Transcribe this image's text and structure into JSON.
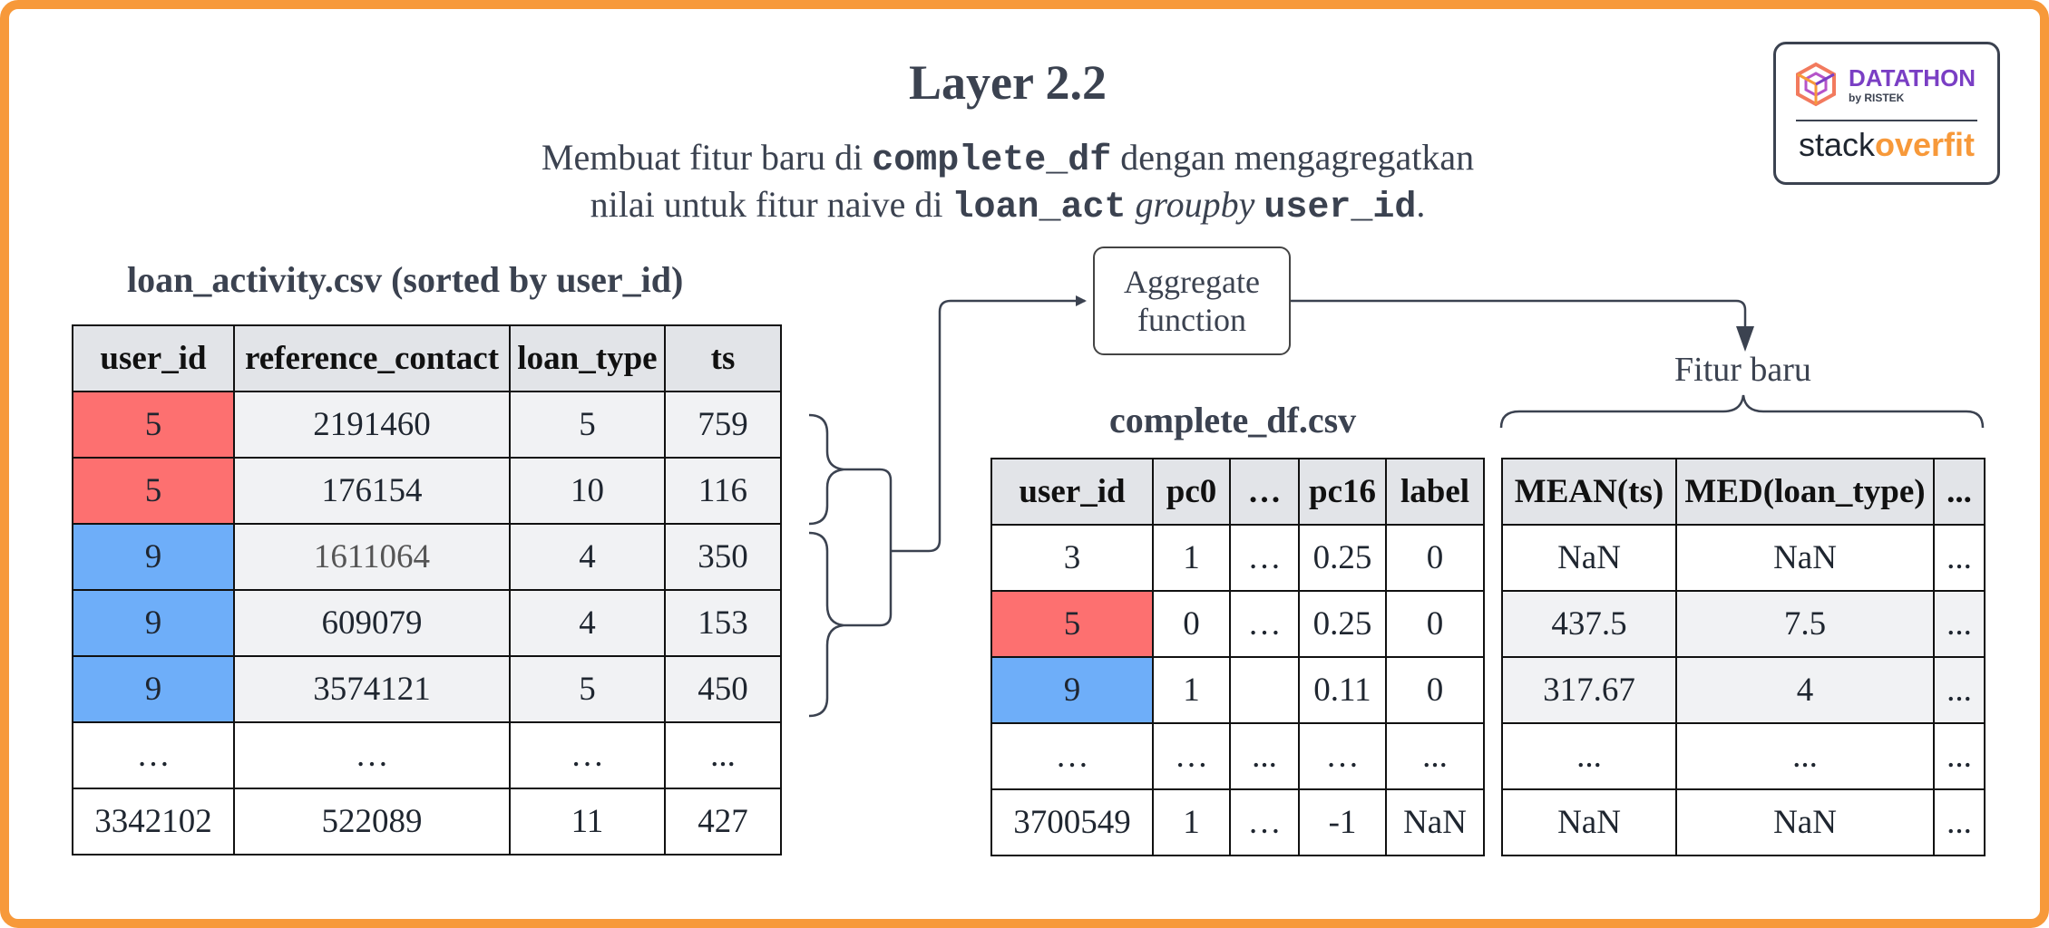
{
  "title": "Layer 2.2",
  "description": {
    "line1_pre": "Membuat fitur baru di ",
    "line1_code": "complete_df",
    "line1_post": " dengan mengagregatkan",
    "line2_pre": "nilai untuk fitur naive di ",
    "line2_code": "loan_act",
    "line2_ital": "groupby",
    "line2_code2": "user_id",
    "line2_post": "."
  },
  "loan_table": {
    "caption": "loan_activity.csv (sorted by user_id)",
    "headers": [
      "user_id",
      "reference_contact",
      "loan_type",
      "ts"
    ],
    "rows": [
      [
        "5",
        "2191460",
        "5",
        "759"
      ],
      [
        "5",
        "176154",
        "10",
        "116"
      ],
      [
        "9",
        "1611064",
        "4",
        "350"
      ],
      [
        "9",
        "609079",
        "4",
        "153"
      ],
      [
        "9",
        "3574121",
        "5",
        "450"
      ],
      [
        "…",
        "…",
        "…",
        "..."
      ],
      [
        "3342102",
        "522089",
        "11",
        "427"
      ]
    ]
  },
  "aggregate_box": {
    "line1": "Aggregate",
    "line2": "function"
  },
  "fitur_label": "Fitur baru",
  "complete_table": {
    "caption": "complete_df.csv",
    "headers": [
      "user_id",
      "pc0",
      "…",
      "pc16",
      "label"
    ],
    "rows": [
      [
        "3",
        "1",
        "…",
        "0.25",
        "0"
      ],
      [
        "5",
        "0",
        "…",
        "0.25",
        "0"
      ],
      [
        "9",
        "1",
        "",
        "0.11",
        "0"
      ],
      [
        "…",
        "…",
        "...",
        "…",
        "..."
      ],
      [
        "3700549",
        "1",
        "…",
        "-1",
        "NaN"
      ]
    ]
  },
  "fitur_table": {
    "headers": [
      "MEAN(ts)",
      "MED(loan_type)",
      "..."
    ],
    "rows": [
      [
        "NaN",
        "NaN",
        "..."
      ],
      [
        "437.5",
        "7.5",
        "..."
      ],
      [
        "317.67",
        "4",
        "..."
      ],
      [
        "...",
        "...",
        "..."
      ],
      [
        "NaN",
        "NaN",
        "..."
      ]
    ]
  },
  "logo": {
    "top": "DATATHON",
    "by": "by RISTEK",
    "stack": "stack",
    "overfit": "overfit",
    "icon": "cube-logo-icon"
  },
  "colors": {
    "frame": "#f7993a",
    "user_5": "#fd7070",
    "user_9": "#6eaef9",
    "header": "#e2e4e8",
    "text": "#3b4250"
  }
}
